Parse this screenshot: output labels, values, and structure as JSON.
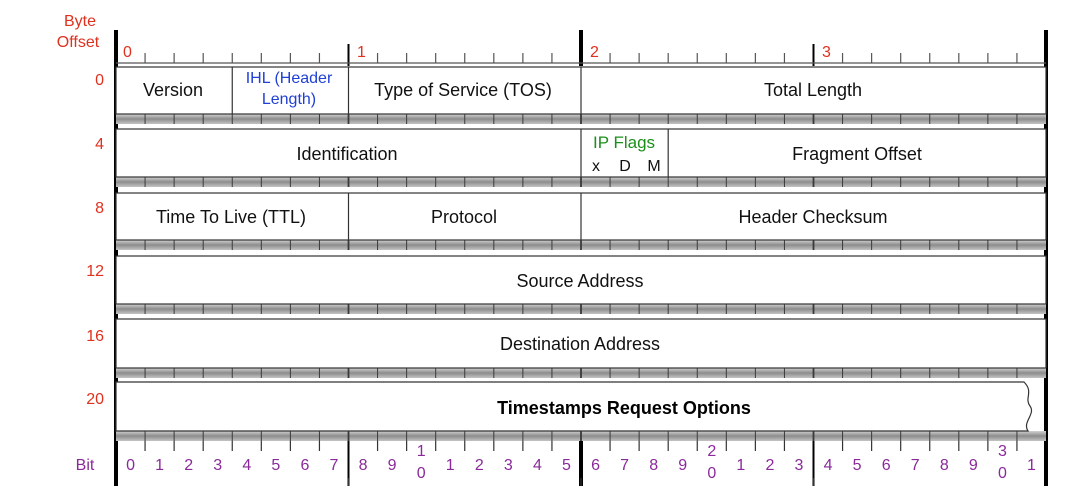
{
  "header": {
    "byte_label": "Byte",
    "offset_label": "Offset",
    "bit_label": "Bit"
  },
  "bytes": [
    "0",
    "1",
    "2",
    "3"
  ],
  "row_offsets": [
    "0",
    "4",
    "8",
    "12",
    "16",
    "20"
  ],
  "fields": {
    "version": "Version",
    "ihl_line1": "IHL (Header",
    "ihl_line2": "Length)",
    "tos": "Type of Service (TOS)",
    "total_length": "Total Length",
    "identification": "Identification",
    "ip_flags": "IP Flags",
    "flag_x": "x",
    "flag_d": "D",
    "flag_m": "M",
    "fragment_offset": "Fragment Offset",
    "ttl": "Time To Live (TTL)",
    "protocol": "Protocol",
    "header_checksum": "Header Checksum",
    "source_address": "Source Address",
    "destination_address": "Destination Address",
    "options": "Timestamps Request Options"
  },
  "bit_labels": [
    [
      "0"
    ],
    [
      "1"
    ],
    [
      "2"
    ],
    [
      "3"
    ],
    [
      "4"
    ],
    [
      "5"
    ],
    [
      "6"
    ],
    [
      "7"
    ],
    [
      "8"
    ],
    [
      "9"
    ],
    [
      "1",
      "0"
    ],
    [
      "1"
    ],
    [
      "2"
    ],
    [
      "3"
    ],
    [
      "4"
    ],
    [
      "5"
    ],
    [
      "6"
    ],
    [
      "7"
    ],
    [
      "8"
    ],
    [
      "9"
    ],
    [
      "2",
      "0"
    ],
    [
      "1"
    ],
    [
      "2"
    ],
    [
      "3"
    ],
    [
      "4"
    ],
    [
      "5"
    ],
    [
      "6"
    ],
    [
      "7"
    ],
    [
      "8"
    ],
    [
      "9"
    ],
    [
      "3",
      "0"
    ],
    [
      "1"
    ]
  ],
  "colors": {
    "offset_red": "#e0301e",
    "bit_purple": "#8a2a9a",
    "ihl_blue": "#1f3fd6",
    "flags_green": "#1b8f1b",
    "band_grey": "#9a9a9a"
  }
}
